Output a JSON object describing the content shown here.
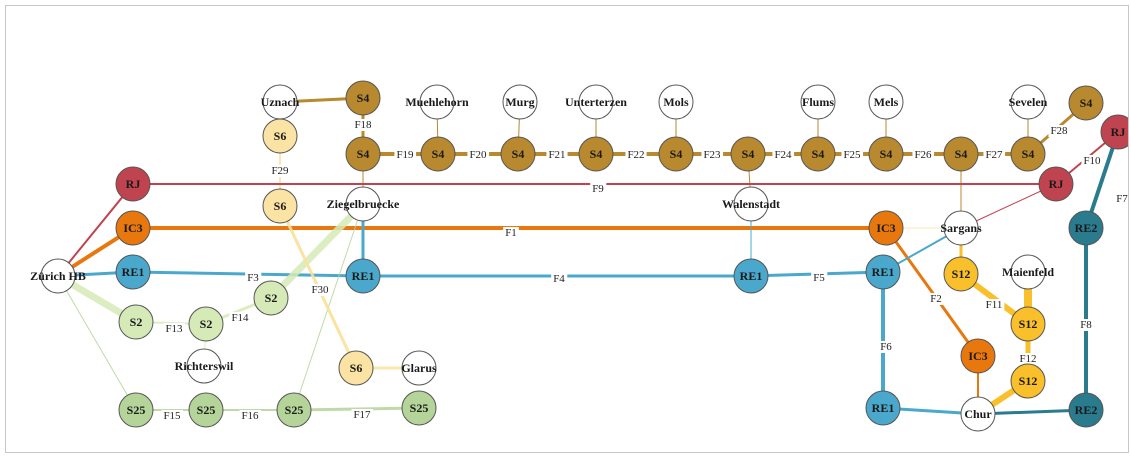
{
  "colors": {
    "RJ": "#c0444f",
    "IC3": "#e8780e",
    "RE1": "#4aa8cc",
    "RE2": "#2a7b8e",
    "S4": "#b8892e",
    "S6": "#fbe3a3",
    "S12": "#f9c02b",
    "S2": "#d6eab8",
    "S25": "#b4d49a",
    "station": "#ffffff"
  },
  "stations": [
    "Uznach",
    "Muehlehorn",
    "Murg",
    "Unterterzen",
    "Mols",
    "Flums",
    "Mels",
    "Sevelen",
    "Ziegelbruecke",
    "Walenstadt",
    "Sargans",
    "Maienfeld",
    "Zürich HB",
    "Richterswil",
    "Glarus",
    "Chur"
  ],
  "trains": [
    "S4",
    "S4",
    "S4",
    "S4",
    "S4",
    "S4",
    "S4",
    "S4",
    "S4",
    "S4",
    "S4",
    "S6",
    "S6",
    "S6",
    "RJ",
    "RJ",
    "RJ",
    "IC3",
    "IC3",
    "IC3",
    "RE1",
    "RE1",
    "RE1",
    "RE1",
    "RE1",
    "RE2",
    "RE2",
    "S2",
    "S2",
    "S2",
    "S12",
    "S12",
    "S12",
    "S25",
    "S25",
    "S25",
    "S25"
  ],
  "edge_labels": [
    "F18",
    "F19",
    "F20",
    "F21",
    "F22",
    "F23",
    "F24",
    "F25",
    "F26",
    "F27",
    "F28",
    "F29",
    "F9",
    "F10",
    "F7",
    "F1",
    "F3",
    "F4",
    "F5",
    "F2",
    "F30",
    "F14",
    "F13",
    "F11",
    "F8",
    "F6",
    "F12",
    "F15",
    "F16",
    "F17"
  ]
}
